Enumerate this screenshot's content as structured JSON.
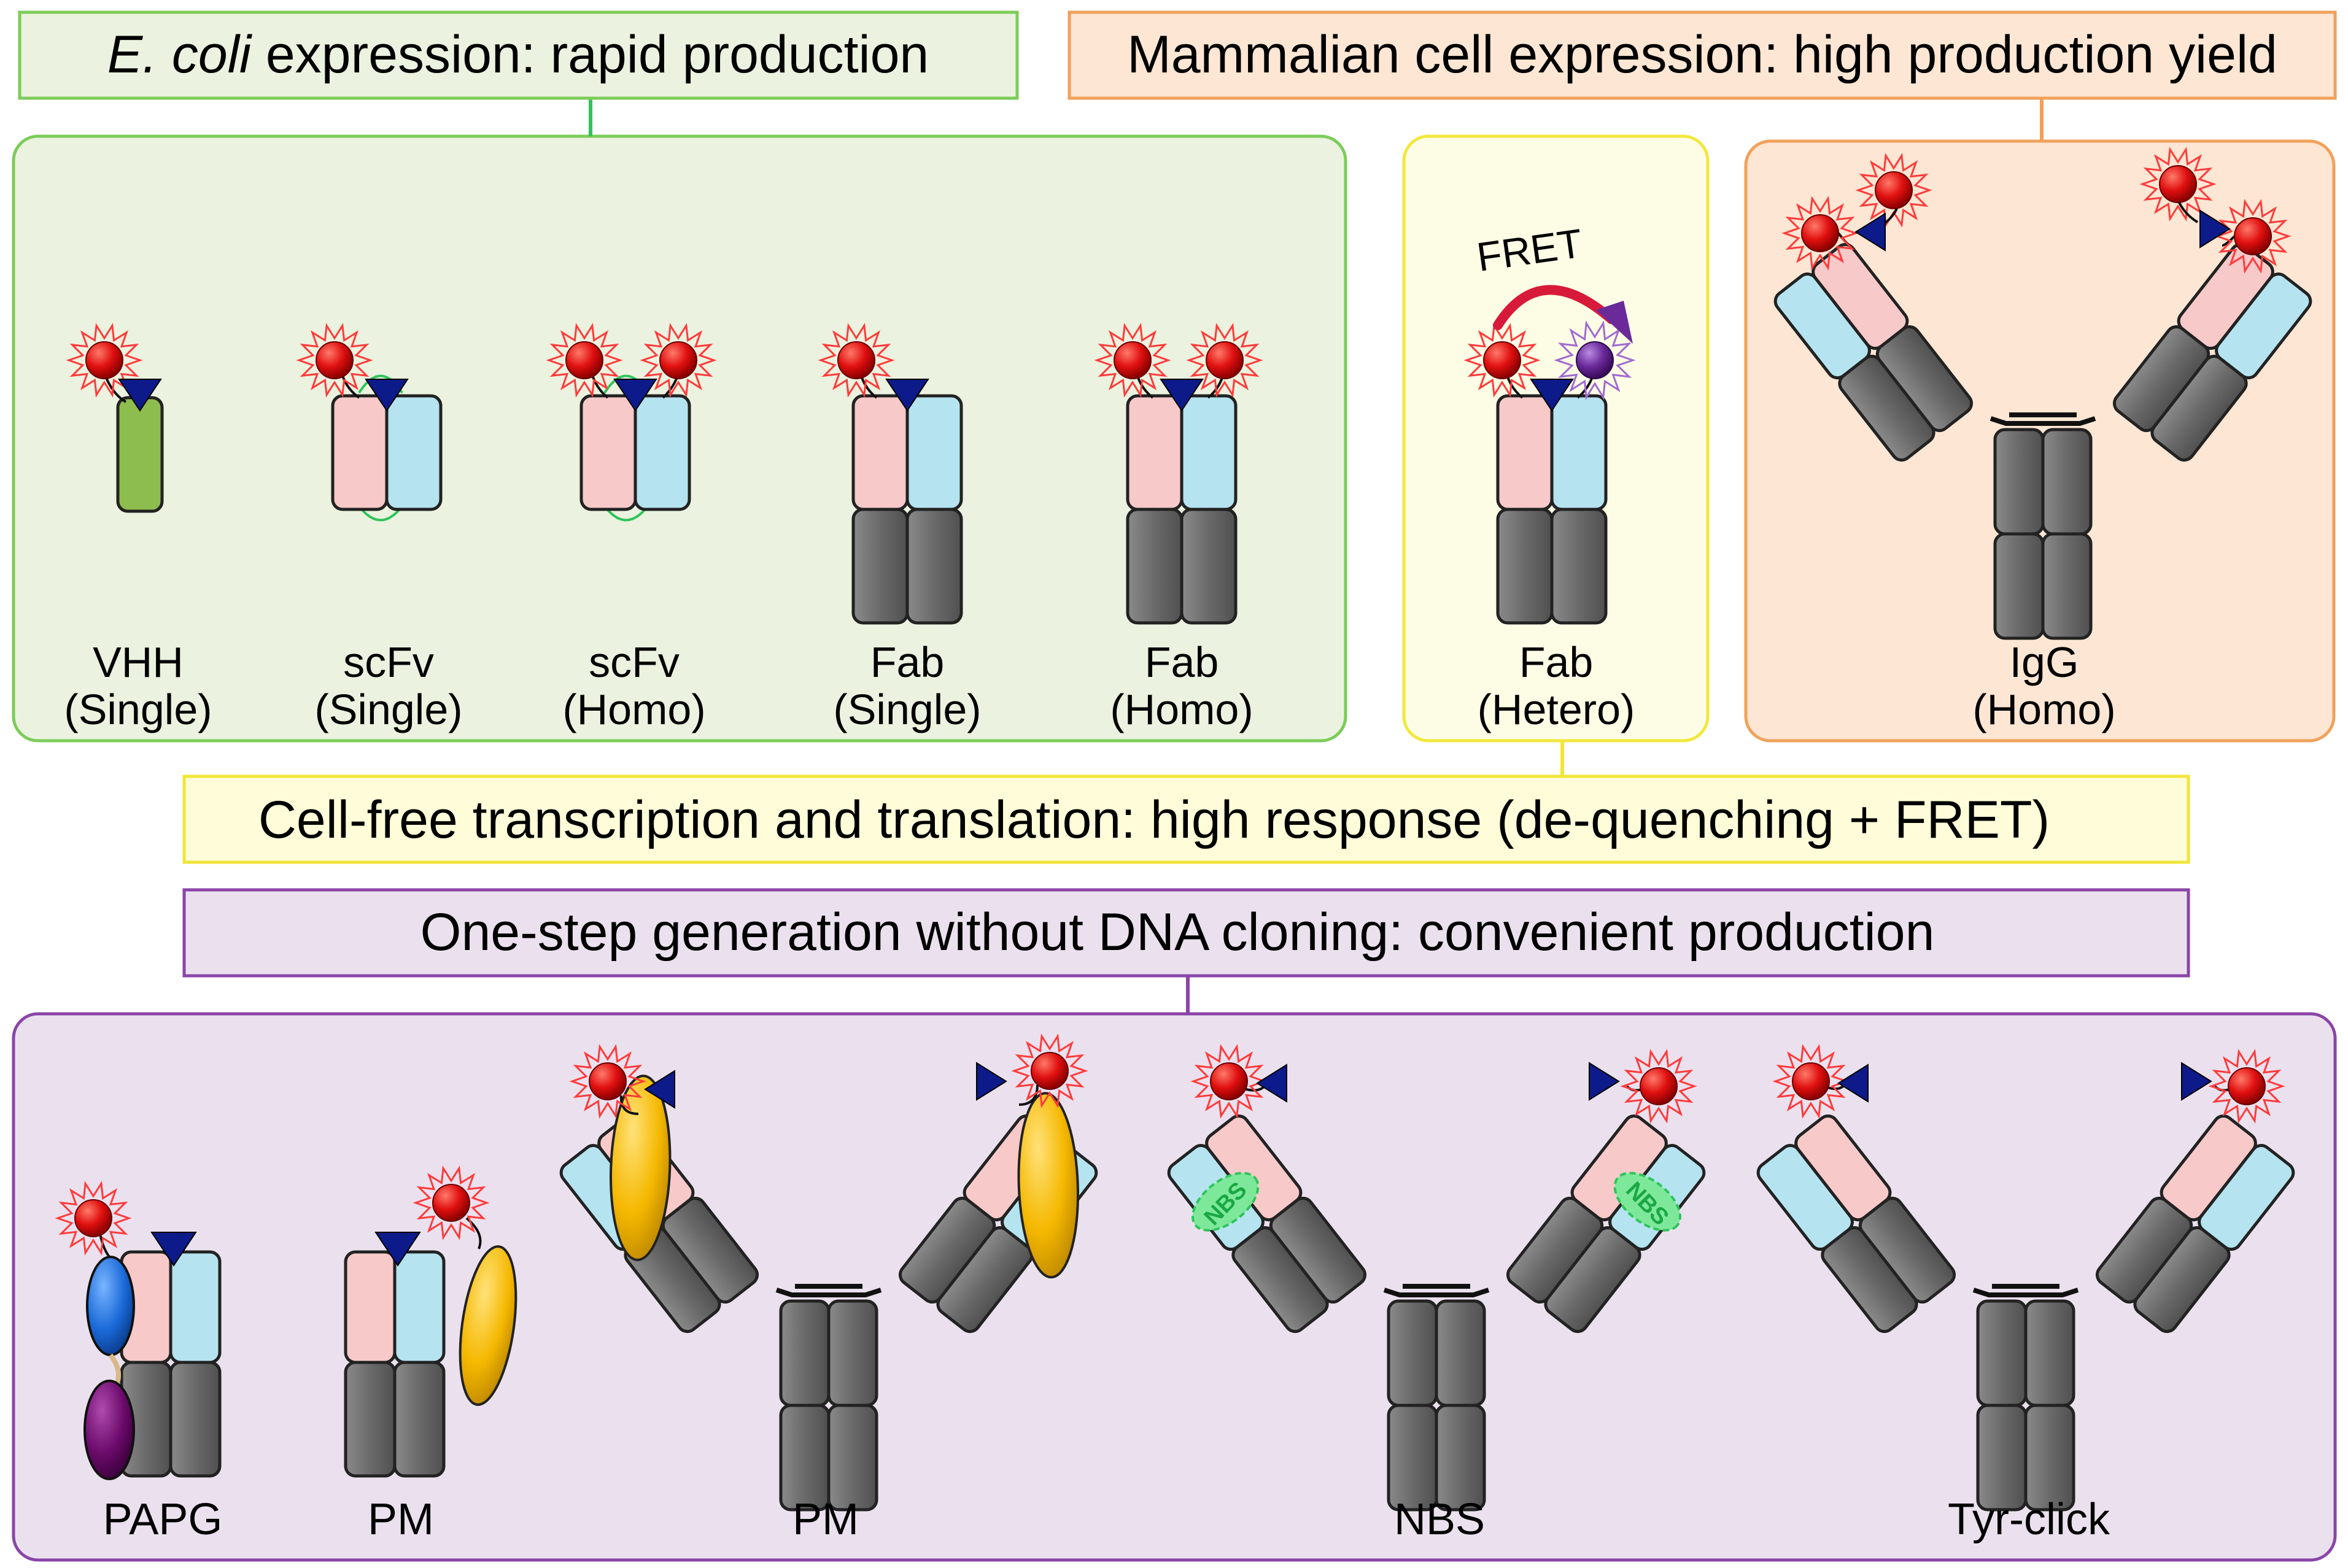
{
  "headers": {
    "ecoli_italic": "E. coli",
    "ecoli_rest": " expression: rapid production",
    "mammalian": "Mammalian cell expression: high production yield",
    "cellfree": "Cell-free transcription and translation: high response (de-quenching + FRET)",
    "onestep": "One-step generation without DNA cloning: convenient production"
  },
  "fret_label": "FRET",
  "nbs_label": "NBS",
  "formats": [
    {
      "name": "VHH",
      "sub": "(Single)"
    },
    {
      "name": "scFv",
      "sub": "(Single)"
    },
    {
      "name": "scFv",
      "sub": "(Homo)"
    },
    {
      "name": "Fab",
      "sub": "(Single)"
    },
    {
      "name": "Fab",
      "sub": "(Homo)"
    },
    {
      "name": "Fab",
      "sub": "(Hetero)"
    },
    {
      "name": "IgG",
      "sub": "(Homo)"
    }
  ],
  "bottom_labels": [
    "PAPG",
    "PM",
    "PM",
    "NBS",
    "Tyr-click"
  ],
  "colors": {
    "ecoli_border": "#7dcc5a",
    "ecoli_fill": "#ebf2df",
    "hetero_border": "#f2e83c",
    "hetero_fill": "#fdfde6",
    "mammalian_border": "#f0a15a",
    "mammalian_fill": "#fde6d3",
    "cellfree_border": "#f0e63a",
    "cellfree_fill": "#fefcd9",
    "onestep_border": "#8a45a8",
    "onestep_fill": "#ebe1ee",
    "vl_pink": "#f7c9c9",
    "vh_cyan": "#b5e3f0",
    "constant_gray": "#6d6d6d",
    "vhh_green": "#8ebd4f",
    "dye_red": "#e01818",
    "quencher_navy": "#0d1a8a",
    "fret_arrow": "#d81a3a",
    "acceptor_purple": "#6a2a9a",
    "adaptor_yellow": "#f5b800",
    "protein_blue": "#1a6ad8",
    "protein_dark_purple": "#6a0a6a",
    "nbs_green": "#2fc45a"
  }
}
